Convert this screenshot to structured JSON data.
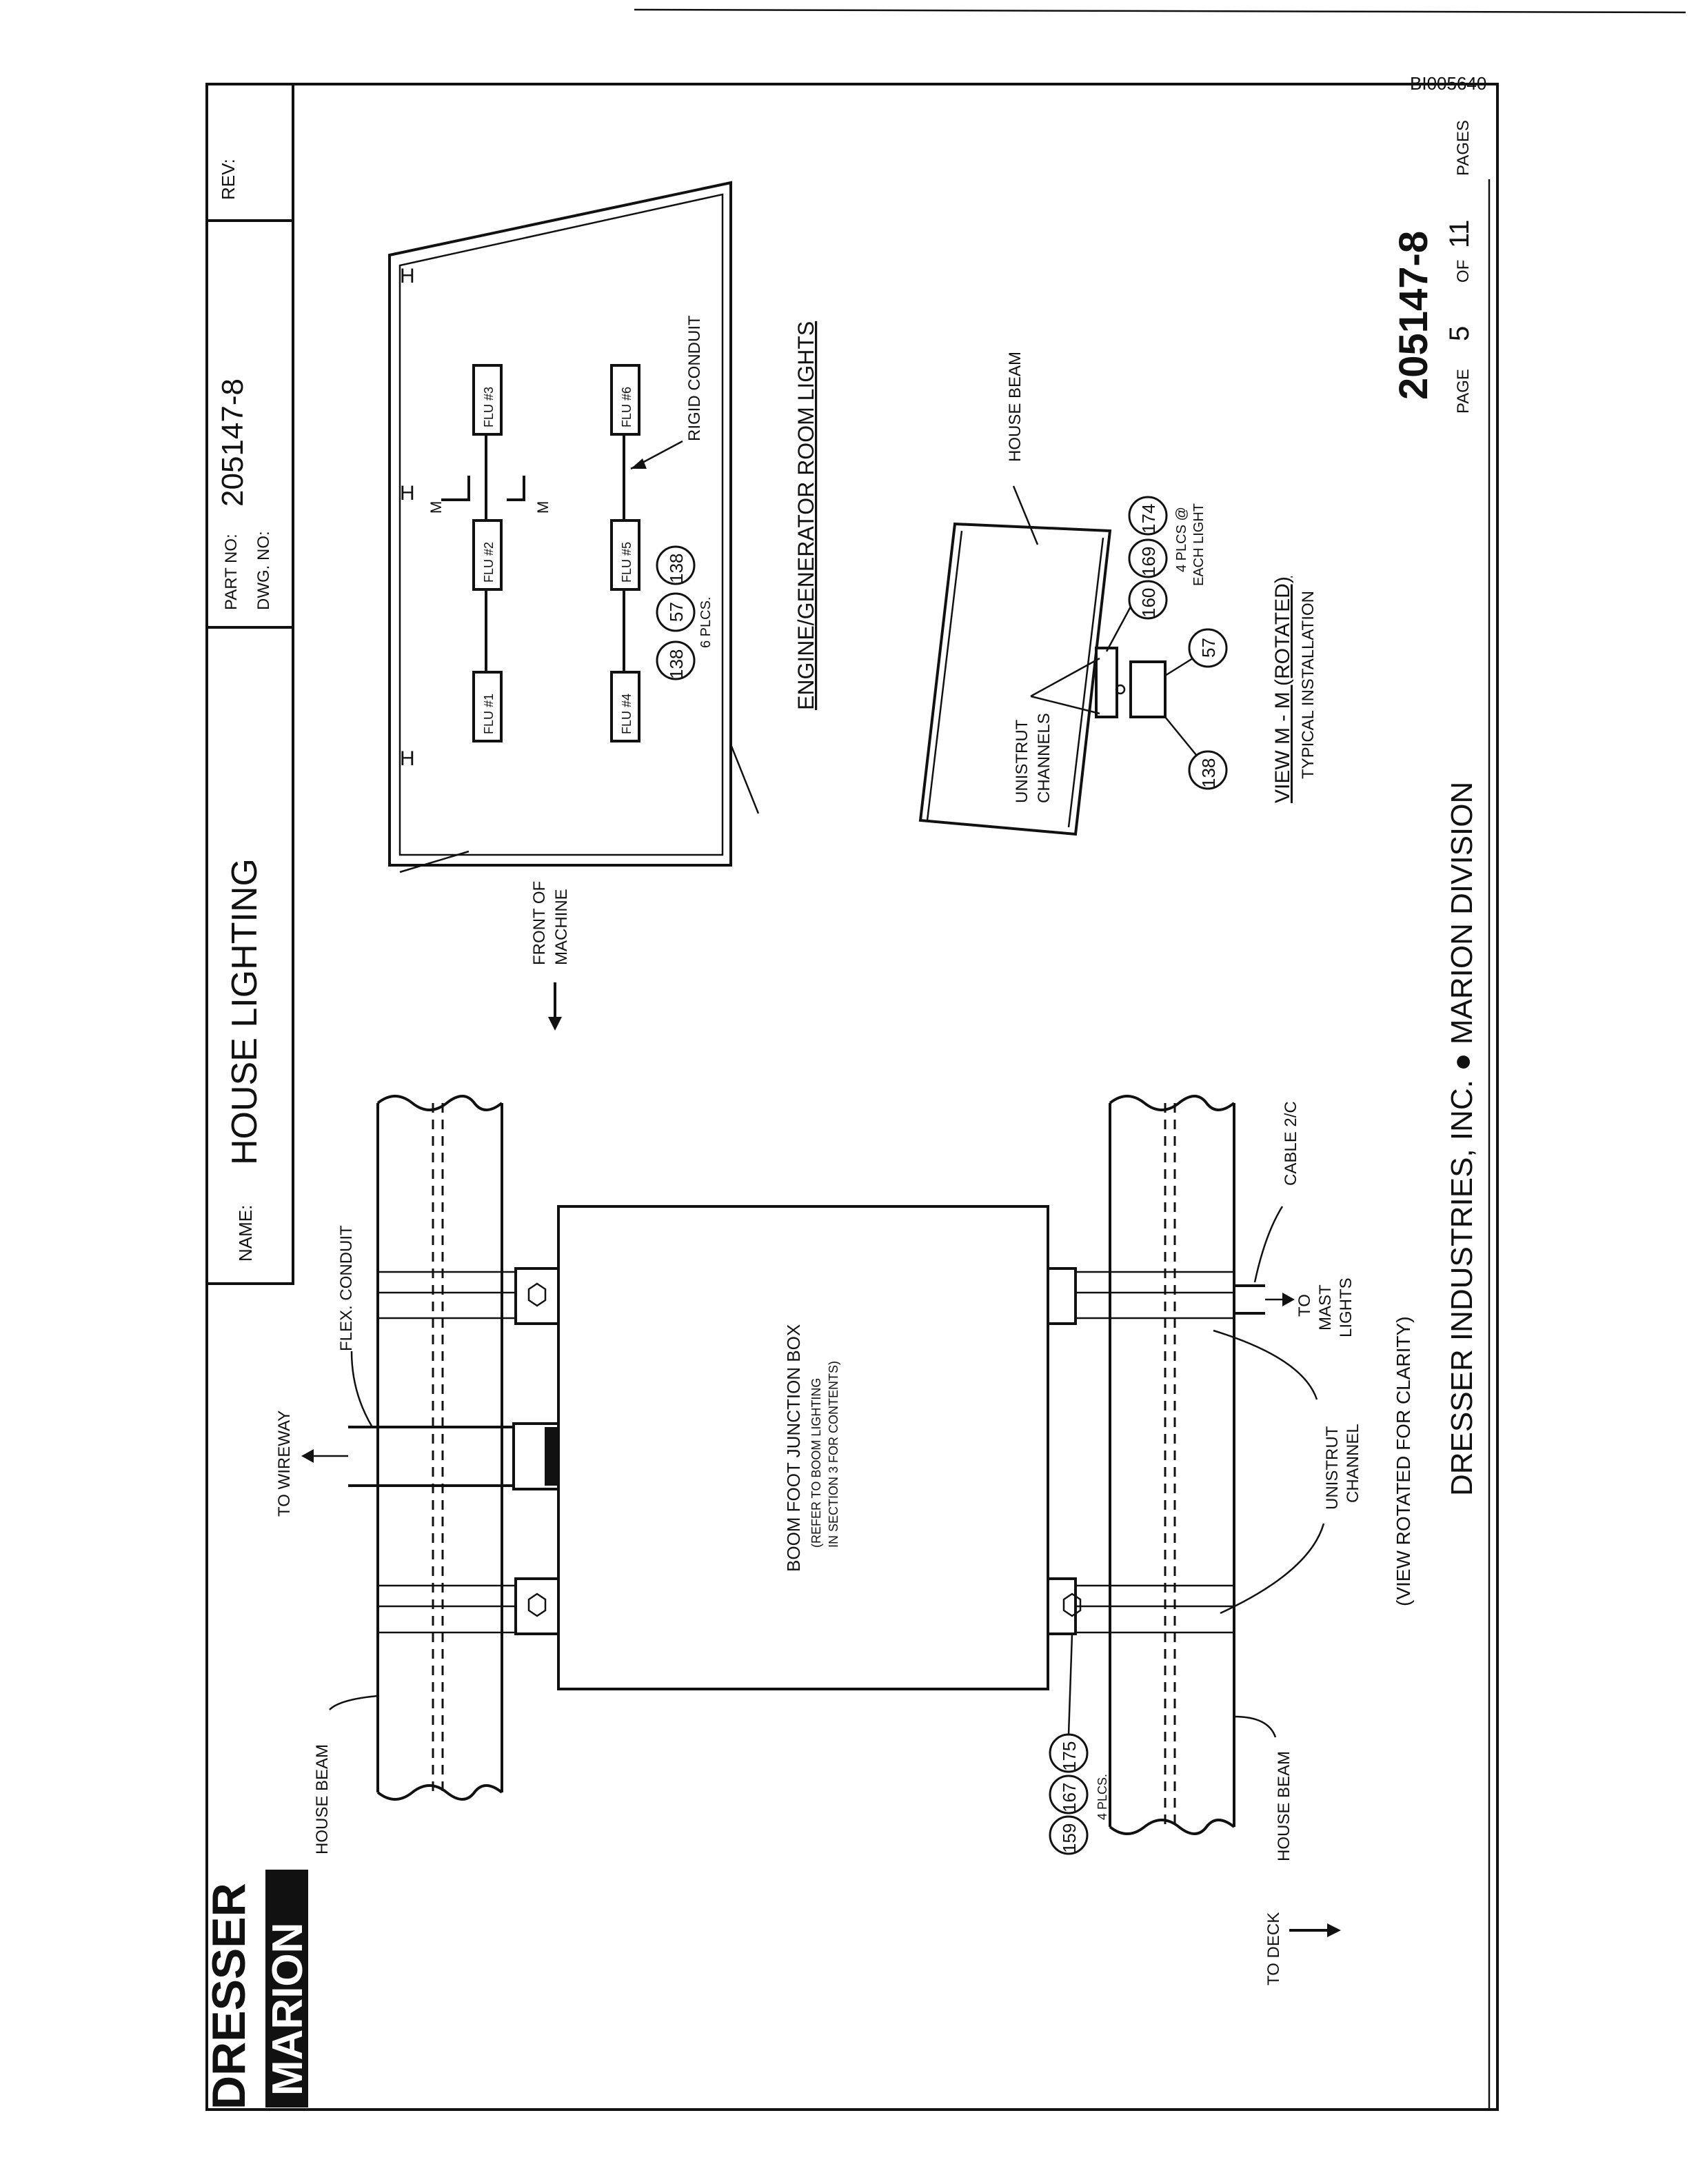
{
  "scan_id": "BI005640",
  "title_block": {
    "name_label": "NAME:",
    "name_value": "HOUSE LIGHTING",
    "part_no_label": "PART NO:",
    "part_no_value": "205147-8",
    "dwg_no_label": "DWG. NO:",
    "rev_label": "REV:"
  },
  "logo": {
    "top": "DRESSER",
    "bottom": "MARION"
  },
  "footer": {
    "company": "DRESSER INDUSTRIES, INC. ● MARION DIVISION",
    "doc_number": "205147-8",
    "page_label": "PAGE",
    "page_number": "5",
    "of_label": "OF",
    "total_pages": "11",
    "pages_label": "PAGES"
  },
  "room_diagram": {
    "title": "ENGINE/GENERATOR ROOM LIGHTS",
    "lights": [
      "FLU #1",
      "FLU #2",
      "FLU #3",
      "FLU #4",
      "FLU #5",
      "FLU #6"
    ],
    "rigid_conduit": "RIGID CONDUIT",
    "section_marker": "M",
    "callouts": [
      "138",
      "57",
      "138"
    ],
    "callout_note": "6 PLCS.",
    "front_label": [
      "FRONT OF",
      "MACHINE"
    ]
  },
  "view_mm": {
    "title": "VIEW M - M (ROTATED)",
    "subtitle": "TYPICAL INSTALLATION",
    "house_beam": "HOUSE BEAM",
    "unistrut": [
      "UNISTRUT",
      "CHANNELS"
    ],
    "callouts_top": [
      "160",
      "169",
      "174"
    ],
    "callout_note": [
      "4 PLCS @",
      "EACH LIGHT"
    ],
    "callout_57": "57",
    "callout_138": "138"
  },
  "boom_diagram": {
    "junction_box": [
      "BOOM FOOT JUNCTION BOX",
      "(REFER TO BOOM LIGHTING",
      "IN SECTION 3 FOR CONTENTS)"
    ],
    "to_wireway": "TO WIREWAY",
    "flex_conduit": "FLEX. CONDUIT",
    "house_beam_left": "HOUSE BEAM",
    "house_beam_right": "HOUSE BEAM",
    "callouts": [
      "159",
      "167",
      "175"
    ],
    "callout_note": "4 PLCS.",
    "to_deck": "TO DECK",
    "cable": "CABLE 2/C",
    "to_mast": [
      "TO",
      "MAST",
      "LIGHTS"
    ],
    "unistrut": [
      "UNISTRUT",
      "CHANNEL"
    ],
    "view_note": "(VIEW ROTATED FOR CLARITY)"
  }
}
